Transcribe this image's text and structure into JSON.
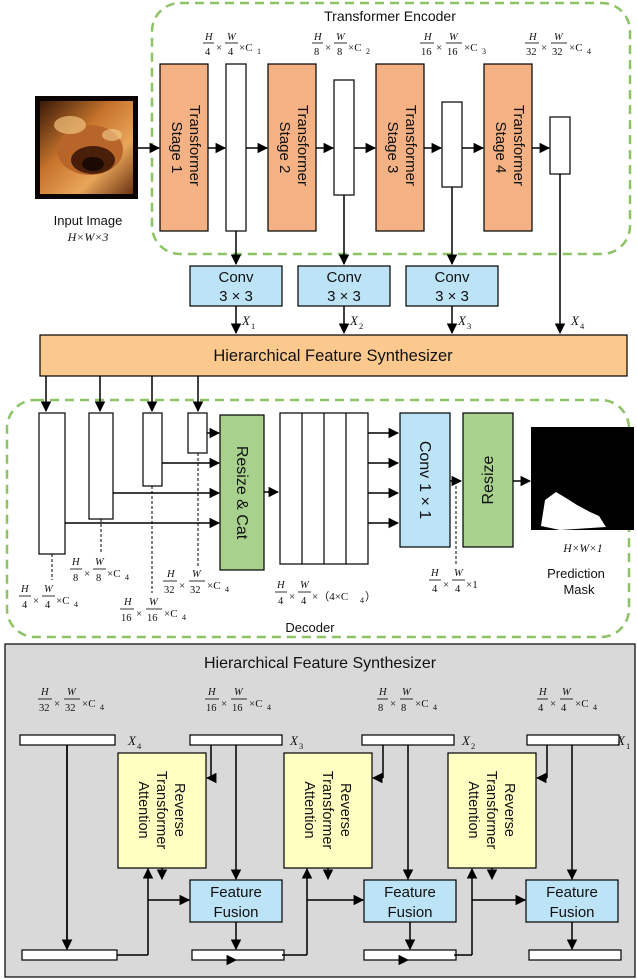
{
  "encoder": {
    "title": "Transformer Encoder",
    "input_label": "Input Image",
    "input_dims": "H×W×3",
    "stages": [
      "Transformer Stage 1",
      "Transformer Stage 2",
      "Transformer Stage 3",
      "Transformer Stage 4"
    ],
    "stage_dims": [
      {
        "h": "H",
        "hd": "4",
        "w": "W",
        "wd": "4",
        "c": "×C",
        "cs": "1"
      },
      {
        "h": "H",
        "hd": "8",
        "w": "W",
        "wd": "8",
        "c": "×C",
        "cs": "2"
      },
      {
        "h": "H",
        "hd": "16",
        "w": "W",
        "wd": "16",
        "c": "×C",
        "cs": "3"
      },
      {
        "h": "H",
        "hd": "32",
        "w": "W",
        "wd": "32",
        "c": "×C",
        "cs": "4"
      }
    ]
  },
  "conv3": {
    "label_top": "Conv",
    "label_bottom": "3 × 3",
    "outputs": [
      {
        "var": "X",
        "sub": "1"
      },
      {
        "var": "X",
        "sub": "2"
      },
      {
        "var": "X",
        "sub": "3"
      }
    ],
    "x4": {
      "var": "X",
      "sub": "4"
    }
  },
  "hfs_bar": "Hierarchical Feature Synthesizer",
  "decoder": {
    "title": "Decoder",
    "resize_cat": "Resize & Cat",
    "conv1_top": "Conv",
    "conv1_bottom": "1 × 1",
    "resize": "Resize",
    "mask_label_1": "Prediction",
    "mask_label_2": "Mask",
    "mask_dims": "H×W×1",
    "dims": [
      {
        "h": "H",
        "hd": "4",
        "w": "W",
        "wd": "4",
        "tail": "×C",
        "ts": "4"
      },
      {
        "h": "H",
        "hd": "8",
        "w": "W",
        "wd": "8",
        "tail": "×C",
        "ts": "4"
      },
      {
        "h": "H",
        "hd": "16",
        "w": "W",
        "wd": "16",
        "tail": "×C",
        "ts": "4"
      },
      {
        "h": "H",
        "hd": "32",
        "w": "W",
        "wd": "32",
        "tail": "×C",
        "ts": "4"
      }
    ],
    "cat_dims": {
      "h": "H",
      "hd": "4",
      "w": "W",
      "wd": "4",
      "tail": "×（4×C",
      "ts": "4",
      "close": "）"
    },
    "out_dims": {
      "h": "H",
      "hd": "4",
      "w": "W",
      "wd": "4",
      "tail": "×1"
    }
  },
  "hfs_detail": {
    "title": "Hierarchical Feature Synthesizer",
    "rta": [
      "Reverse",
      "Transformer",
      "Attention"
    ],
    "ff_top": "Feature",
    "ff_bottom": "Fusion",
    "inputs": [
      {
        "var": "X",
        "sub": "4",
        "h": "H",
        "hd": "32",
        "w": "W",
        "wd": "32",
        "tail": "×C",
        "ts": "4"
      },
      {
        "var": "X",
        "sub": "3",
        "h": "H",
        "hd": "16",
        "w": "W",
        "wd": "16",
        "tail": "×C",
        "ts": "4"
      },
      {
        "var": "X",
        "sub": "2",
        "h": "H",
        "hd": "8",
        "w": "W",
        "wd": "8",
        "tail": "×C",
        "ts": "4"
      },
      {
        "var": "X",
        "sub": "1",
        "h": "H",
        "hd": "4",
        "w": "W",
        "wd": "4",
        "tail": "×C",
        "ts": "4"
      }
    ]
  },
  "colors": {
    "stage_fill": "#f4b183",
    "conv_fill": "#bde3f7",
    "hfs_fill": "#fbc98e",
    "green_fill": "#a9d18e",
    "rta_fill": "#ffffc2",
    "dash_green": "#8dc265",
    "panel_fill": "#d9d9d9"
  }
}
